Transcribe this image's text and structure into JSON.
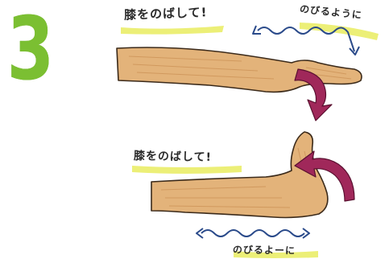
{
  "step_number": "3",
  "panel_top": {
    "label_knee": "膝をのばして!",
    "label_stretch": "のびるように"
  },
  "panel_bottom": {
    "label_knee": "膝をのばして!",
    "label_stretch": "のびるよーに"
  },
  "colors": {
    "step_number": "#7bbf32",
    "highlight": "#e6ea4a",
    "leg_fill": "#e3b37a",
    "leg_outline": "#3b2a1a",
    "rotation_arrow": "#a0285a",
    "stretch_arrow": "#2a4a8a"
  }
}
